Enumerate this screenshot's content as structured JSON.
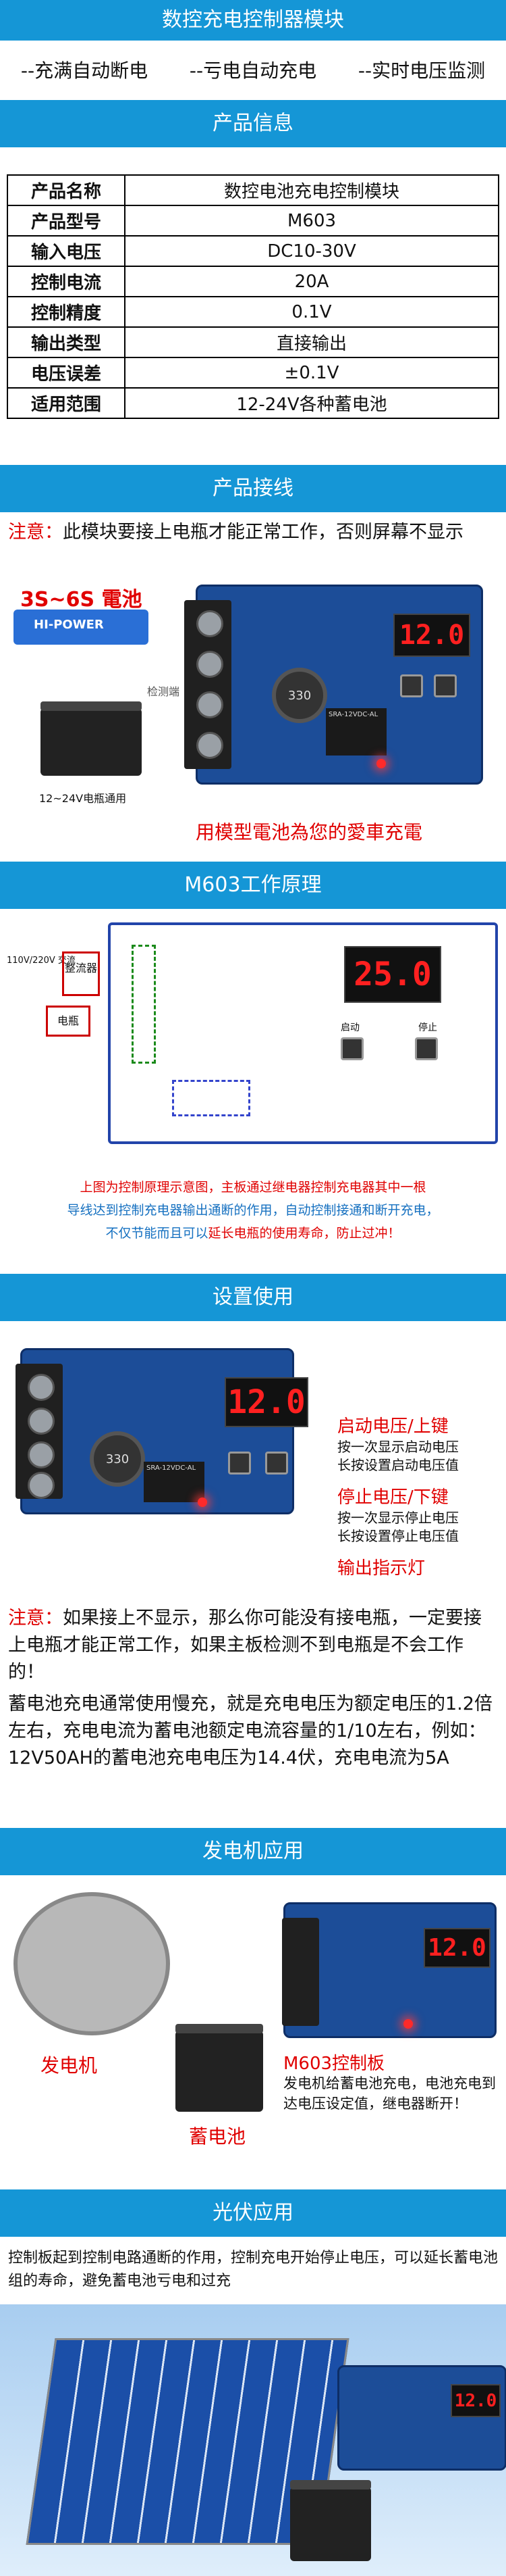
{
  "header": {
    "title": "数控充电控制器模块"
  },
  "features": [
    "--充满自动断电",
    "--亏电自动充电",
    "--实时电压监测"
  ],
  "sections": {
    "info": "产品信息",
    "wiring": "产品接线",
    "principle": "M603工作原理",
    "setup": "设置使用",
    "generator": "发电机应用",
    "solar": "光伏应用"
  },
  "info_table": [
    {
      "k": "产品名称",
      "v": "数控电池充电控制模块"
    },
    {
      "k": "产品型号",
      "v": "M603"
    },
    {
      "k": "输入电压",
      "v": "DC10-30V"
    },
    {
      "k": "控制电流",
      "v": "20A"
    },
    {
      "k": "控制精度",
      "v": "0.1V"
    },
    {
      "k": "输出类型",
      "v": "直接输出"
    },
    {
      "k": "电压误差",
      "v": "±0.1V"
    },
    {
      "k": "适用范围",
      "v": "12-24V各种蓄电池"
    }
  ],
  "wiring": {
    "note_prefix": "注意：",
    "note_text": "此模块要接上电瓶才能正常工作，否则屏幕不显示",
    "battery_label": "3S~6S 電池",
    "battery_brand": "HI-POWER",
    "car_battery_label": "12~24V电瓶通用",
    "detect_label": "检测端",
    "display": "12.0",
    "caption": "用模型電池為您的愛車充電"
  },
  "principle": {
    "charger_label": "整流器",
    "charger_input": "110V/220V 交流",
    "battery_label": "电瓶",
    "display": "25.0",
    "start_label": "启动",
    "stop_label": "停止",
    "text_line1": "上图为控制原理示意图，主板通过继电器控制充电器其中一根",
    "text_line2": "导线达到控制充电器输出通断的作用，自动控制接通和断开充电，",
    "text_line3_a": "不仅节能而且可以",
    "text_line3_b": "延长电瓶的使用寿命，防止过冲！"
  },
  "setup": {
    "display": "12.0",
    "start_key": "启动电压/上键",
    "start_desc1": "按一次显示启动电压",
    "start_desc2": "长按设置启动电压值",
    "stop_key": "停止电压/下键",
    "stop_desc1": "按一次显示停止电压",
    "stop_desc2": "长按设置停止电压值",
    "led_label": "输出指示灯",
    "note_prefix": "注意：",
    "note_text": "如果接上不显示，那么你可能没有接电瓶，一定要接上电瓶才能正常工作，如果主板检测不到电瓶是不会工作的！",
    "charge_text": "蓄电池充电通常使用慢充，就是充电电压为额定电压的1.2倍左右，充电电流为蓄电池额定电流容量的1/10左右，例如：12V50AH的蓄电池充电电压为14.4伏，充电电流为5A"
  },
  "generator": {
    "display": "12.0",
    "generator_label": "发电机",
    "battery_label": "蓄电池",
    "board_label": "M603控制板",
    "board_desc": "发电机给蓄电池充电，电池充电到达电压设定值，继电器断开！"
  },
  "solar": {
    "text": "控制板起到控制电路通断的作用，控制充电开始停止电压，可以延长蓄电池组的寿命，避免蓄电池亏电和过充",
    "display": "12.0"
  },
  "colors": {
    "accent": "#1596d6",
    "red": "#e00000",
    "pcb": "#1c4d98"
  }
}
